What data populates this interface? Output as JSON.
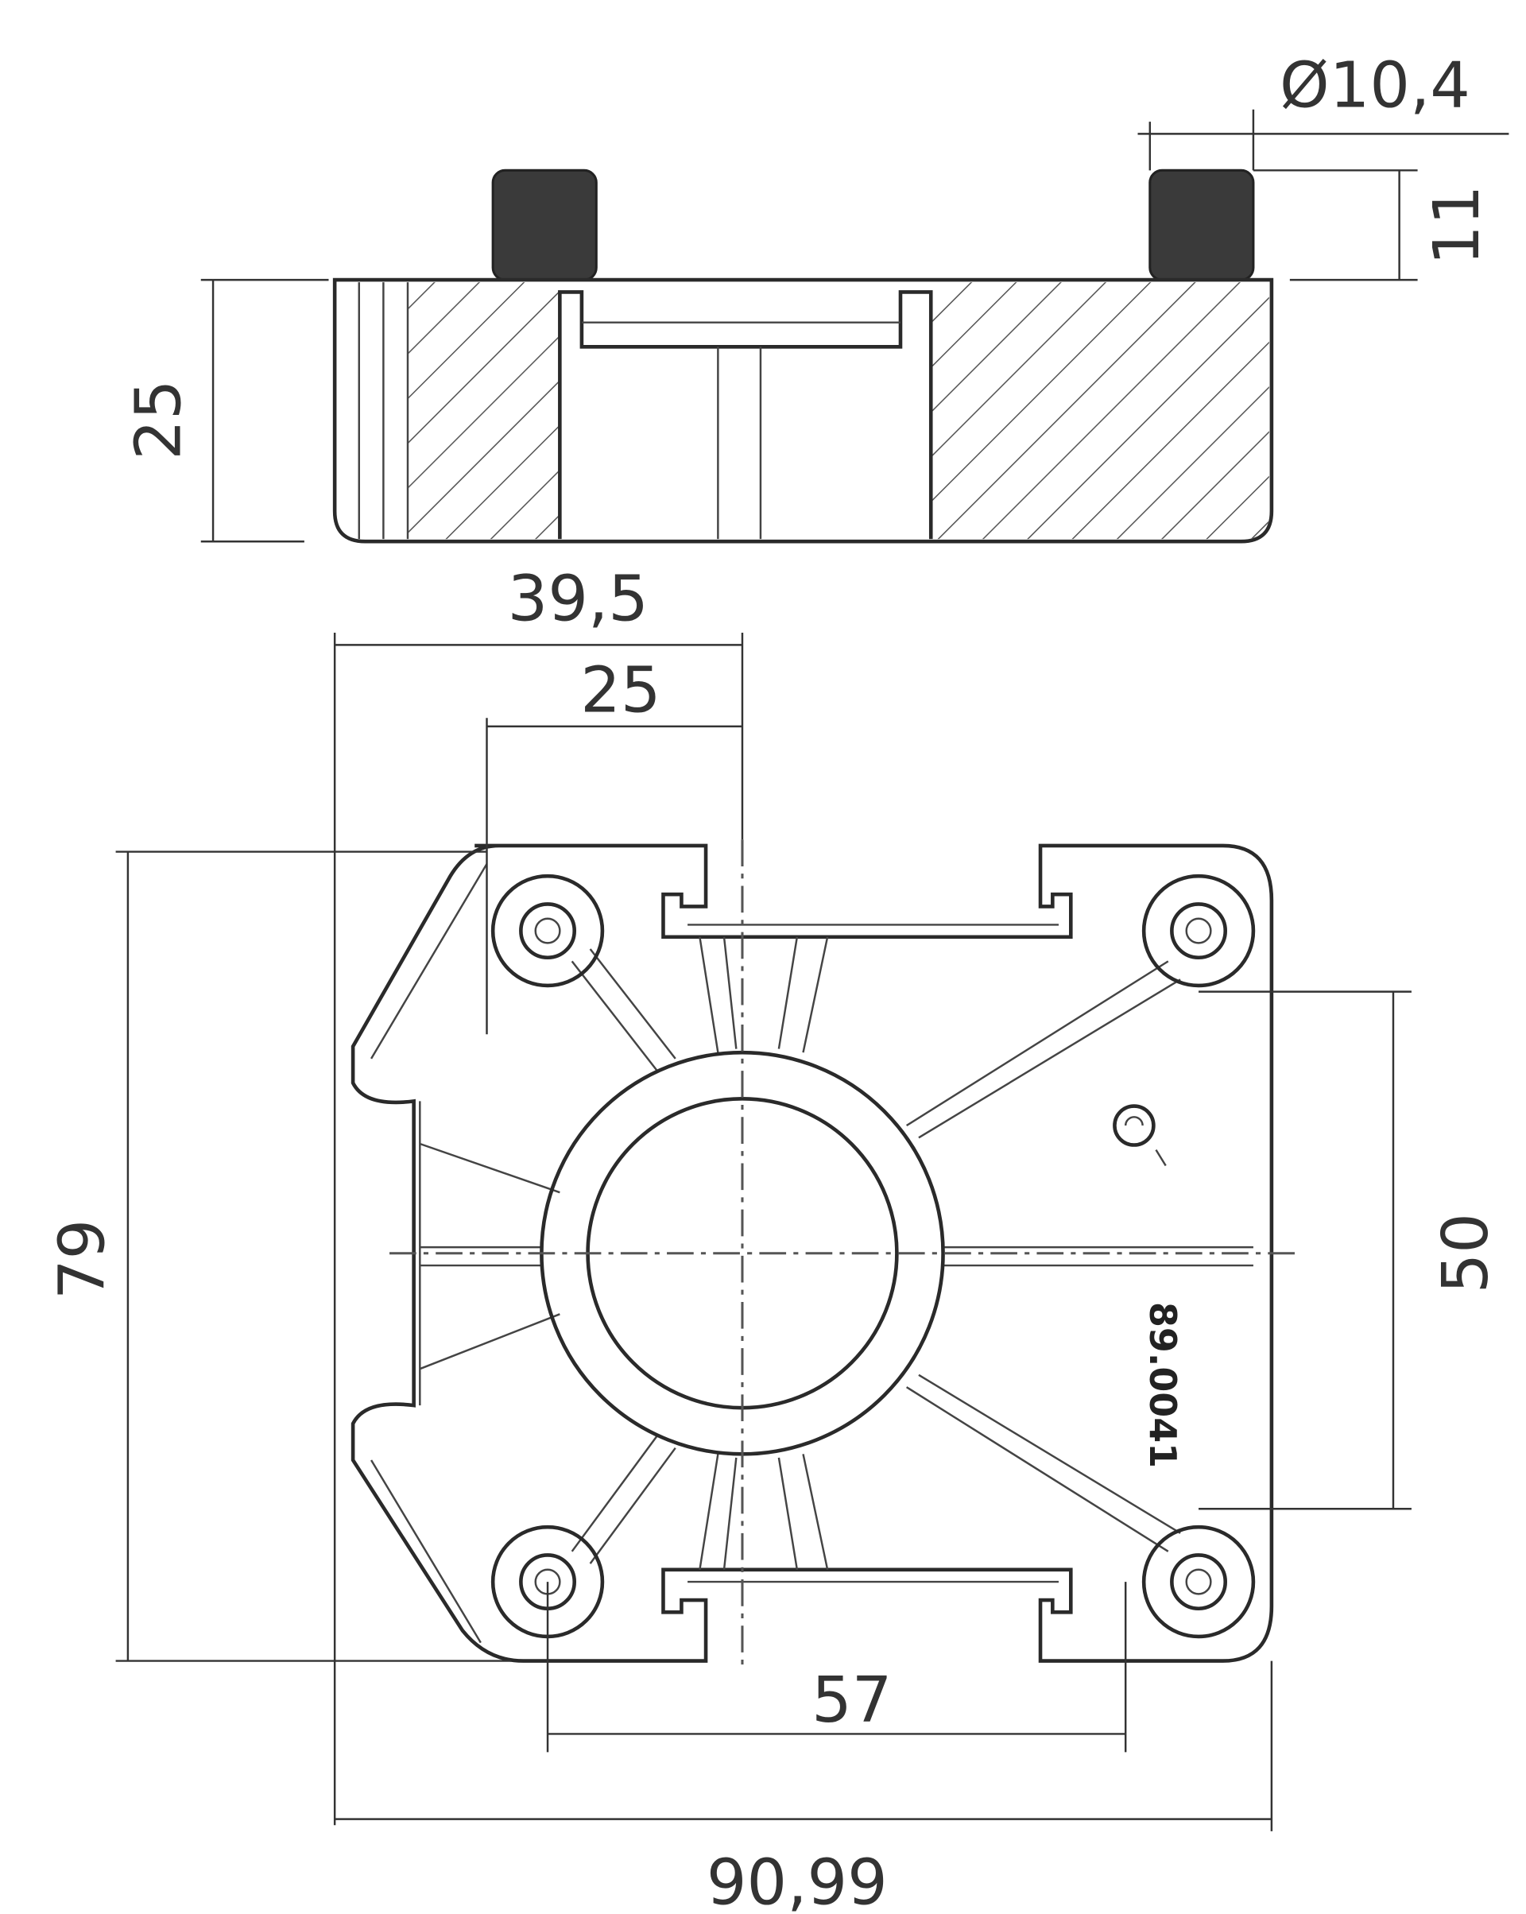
{
  "drawing": {
    "top_view": {
      "dims": {
        "height": "25",
        "pin_height": "11",
        "pin_diameter": "Ø10,4"
      }
    },
    "bottom_view": {
      "dims": {
        "offset_a": "39,5",
        "offset_b": "25",
        "height": "79",
        "hole_spacing_vertical": "50",
        "hole_spacing_horizontal": "57",
        "width": "90,99"
      },
      "part_number": "89.0041",
      "marking_icon": "recycle-mark-icon"
    },
    "colors": {
      "line": "#2a2a2a",
      "background": "#ffffff"
    }
  }
}
